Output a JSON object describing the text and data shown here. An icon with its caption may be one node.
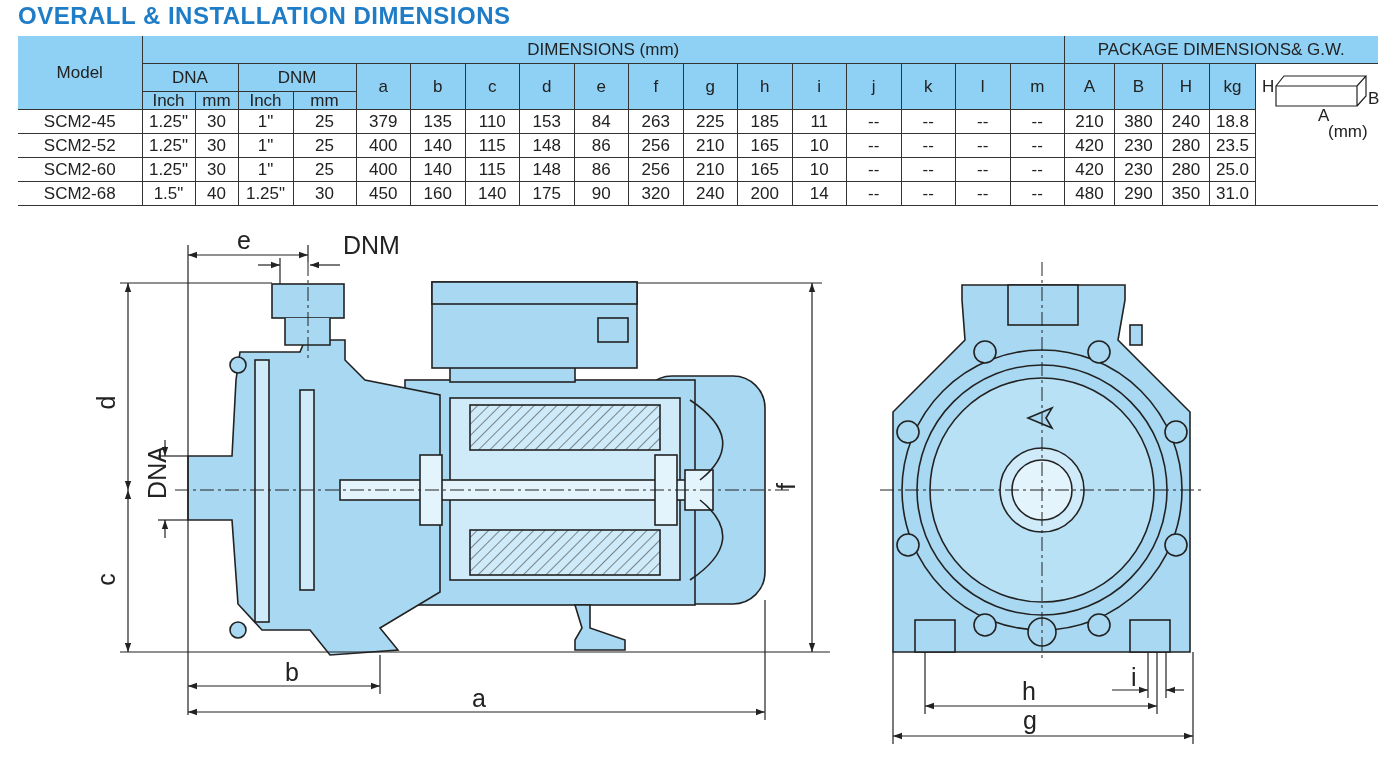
{
  "diagram": {
    "title": "OVERALL & INSTALLATION DIMENSIONS",
    "labels": [
      "Model",
      "DIMENSIONS (mm)",
      "PACKAGE DIMENSIONS& G.W.",
      "DNA",
      "DNM",
      "a",
      "b",
      "c",
      "d",
      "e",
      "f",
      "g",
      "h",
      "i",
      "j",
      "k",
      "l",
      "m",
      "A",
      "B",
      "H",
      "kg",
      "Inch",
      "mm",
      "Inch",
      "mm",
      "SCM2-45",
      "1.25\"",
      "30",
      "1\"",
      "25",
      "379",
      "135",
      "110",
      "153",
      "84",
      "263",
      "225",
      "185",
      "11",
      "--",
      "--",
      "--",
      "--",
      "210",
      "380",
      "240",
      "18.8",
      "SCM2-52",
      "1.25\"",
      "30",
      "1\"",
      "25",
      "400",
      "140",
      "115",
      "148",
      "86",
      "256",
      "210",
      "165",
      "10",
      "--",
      "--",
      "--",
      "--",
      "420",
      "230",
      "280",
      "23.5",
      "SCM2-60",
      "1.25\"",
      "30",
      "1\"",
      "25",
      "400",
      "140",
      "115",
      "148",
      "86",
      "256",
      "210",
      "165",
      "10",
      "--",
      "--",
      "--",
      "--",
      "420",
      "230",
      "280",
      "25.0",
      "SCM2-68",
      "1.5\"",
      "40",
      "1.25\"",
      "30",
      "450",
      "160",
      "140",
      "175",
      "90",
      "320",
      "240",
      "200",
      "14",
      "--",
      "--",
      "--",
      "--",
      "480",
      "290",
      "350",
      "31.0",
      "H",
      "B",
      "A",
      "(mm)",
      "e",
      "DNM",
      "d",
      "DNA",
      "c",
      "b",
      "a",
      "f",
      "h",
      "i",
      "g"
    ]
  }
}
